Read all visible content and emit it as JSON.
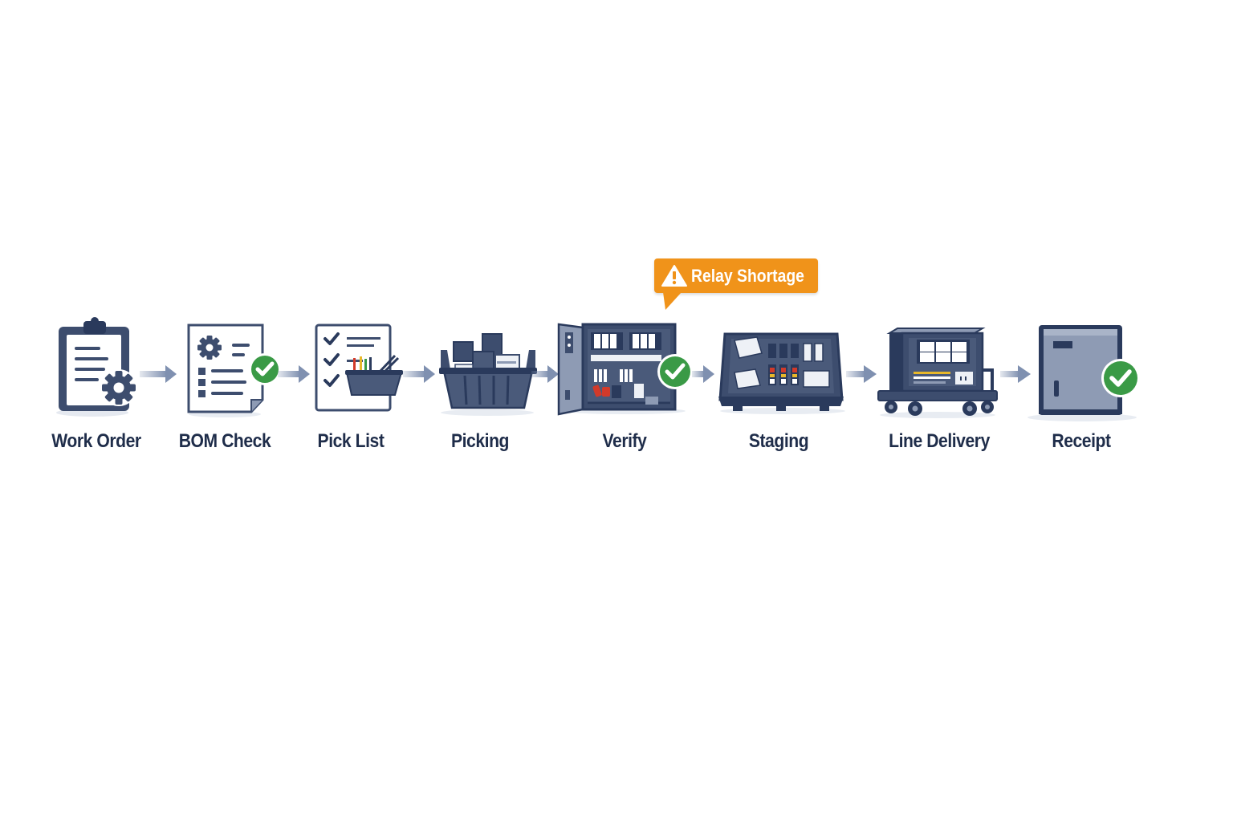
{
  "diagram": {
    "steps": [
      {
        "label": "Work Order",
        "icon": "clipboard-gear-icon",
        "status": "none"
      },
      {
        "label": "BOM Check",
        "icon": "document-gear-list-icon",
        "status": "complete"
      },
      {
        "label": "Pick List",
        "icon": "checklist-basket-icon",
        "status": "none"
      },
      {
        "label": "Picking",
        "icon": "bin-with-parts-icon",
        "status": "none"
      },
      {
        "label": "Verify",
        "icon": "open-electrical-cabinet-icon",
        "status": "complete"
      },
      {
        "label": "Staging",
        "icon": "tray-with-components-icon",
        "status": "none"
      },
      {
        "label": "Line Delivery",
        "icon": "cart-with-panel-icon",
        "status": "none"
      },
      {
        "label": "Receipt",
        "icon": "closed-cabinet-icon",
        "status": "complete"
      }
    ],
    "alert": {
      "text": "Relay Shortage",
      "icon": "warning-triangle-icon",
      "attached_to": "Verify"
    }
  },
  "colors": {
    "navy": "#1f2d4a",
    "slate": "#4a5a7a",
    "steel": "#8e9bb4",
    "light": "#eef1f6",
    "arrow": "#7f90b0",
    "check": "#3a9a46",
    "alert": "#f0931a",
    "red": "#d23a2a",
    "yellow": "#e8b82a"
  }
}
